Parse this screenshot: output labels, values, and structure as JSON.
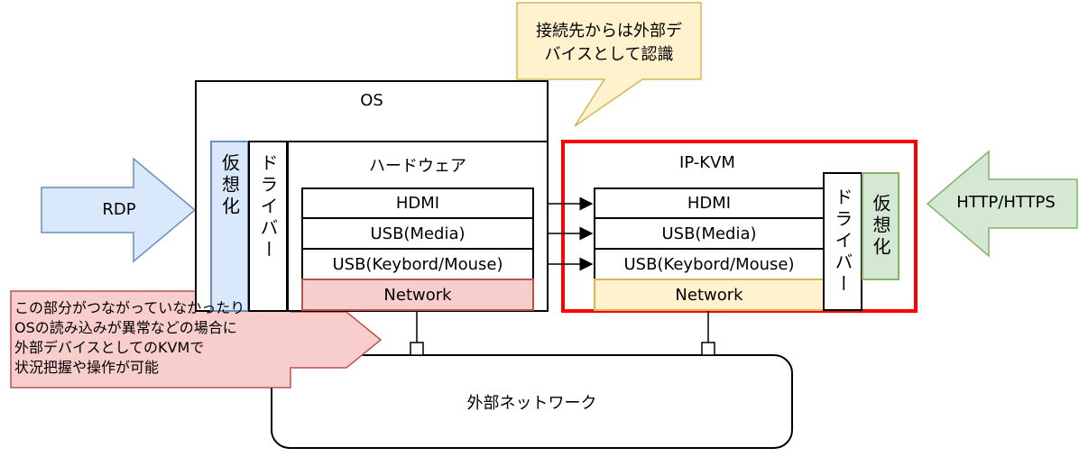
{
  "colors": {
    "blue_fill": "#dae8fc",
    "blue_stroke": "#6c8ebf",
    "green_fill": "#d5e8d4",
    "green_stroke": "#82b366",
    "red_fill": "#f8cecc",
    "red_stroke": "#b85450",
    "yellow_fill": "#fff2cc",
    "yellow_stroke": "#d6b656",
    "highlight_red": "#ff0000"
  },
  "callout_top": "接続先からは外部デバイスとして認識",
  "callout_top_lines": [
    "接続先からは外部デ",
    "バイスとして認識"
  ],
  "os": {
    "label": "OS",
    "virtualization": "仮想化",
    "driver": "ドライバー",
    "hardware": {
      "label": "ハードウェア",
      "rows": [
        "HDMI",
        "USB(Media)",
        "USB(Keybord/Mouse)",
        "Network"
      ]
    }
  },
  "ipkvm": {
    "label": "IP-KVM",
    "rows": [
      "HDMI",
      "USB(Media)",
      "USB(Keybord/Mouse)",
      "Network"
    ],
    "driver": "ドライバー",
    "virtualization": "仮想化"
  },
  "arrows": {
    "rdp": "RDP",
    "http": "HTTP/HTTPS"
  },
  "external_network": "外部ネットワーク",
  "note_lines": [
    "この部分がつながっていなかったり",
    "OSの読み込みが異常などの場合に",
    "外部デバイスとしてのKVMで",
    "状況把握や操作が可能"
  ]
}
